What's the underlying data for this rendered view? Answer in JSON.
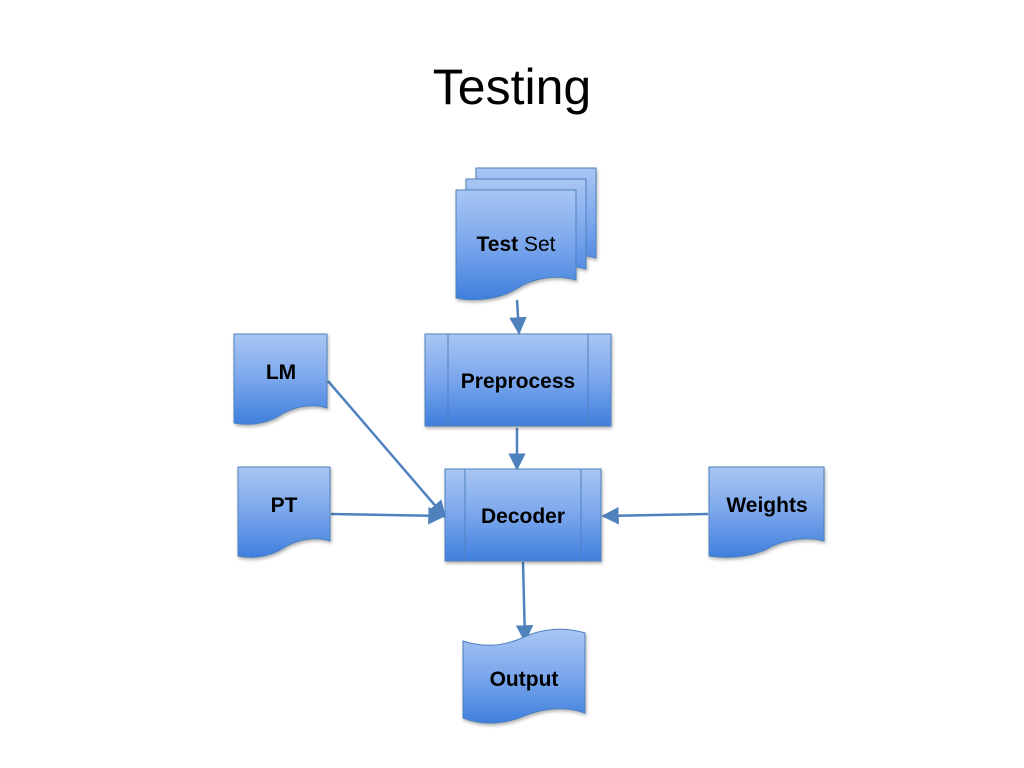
{
  "slide": {
    "title": "Testing"
  },
  "diagram": {
    "nodes": {
      "test_set": {
        "label_bold": "Test",
        "label_regular": " Set",
        "shape": "multi-document"
      },
      "preprocess": {
        "label": "Preprocess",
        "shape": "predefined-process"
      },
      "lm": {
        "label": "LM",
        "shape": "document"
      },
      "pt": {
        "label": "PT",
        "shape": "document"
      },
      "decoder": {
        "label": "Decoder",
        "shape": "predefined-process"
      },
      "weights": {
        "label": "Weights",
        "shape": "document"
      },
      "output": {
        "label": "Output",
        "shape": "punched-tape"
      }
    },
    "edges": [
      {
        "from": "Test Set",
        "to": "Preprocess"
      },
      {
        "from": "Preprocess",
        "to": "Decoder"
      },
      {
        "from": "LM",
        "to": "Decoder"
      },
      {
        "from": "PT",
        "to": "Decoder"
      },
      {
        "from": "Weights",
        "to": "Decoder"
      },
      {
        "from": "Decoder",
        "to": "Output"
      }
    ],
    "colors": {
      "fill_top": "#a9c6f3",
      "fill_bottom": "#3f7fdd",
      "stroke": "#4f81bd",
      "arrow": "#4f81bd"
    }
  }
}
